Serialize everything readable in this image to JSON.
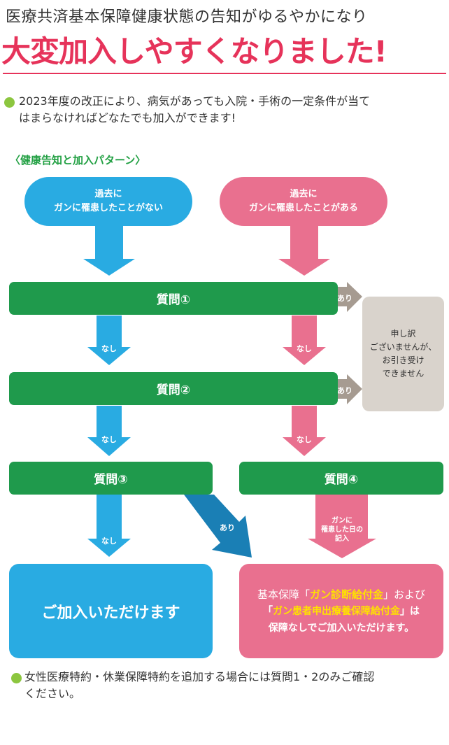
{
  "header": {
    "subtitle": "医療共済基本保障健康状態の告知がゆるやかになり",
    "headline": "大変加入しやすくなりました!"
  },
  "intro_note": {
    "line1": "2023年度の改正により、病気があっても入院・手術の一定条件が当て",
    "line2": "はまらなければどなたでも加入ができます!"
  },
  "section_label": "〈健康告知と加入パターン〉",
  "start_nodes": {
    "left": {
      "line1": "過去に",
      "line2": "ガンに罹患したことがない"
    },
    "right": {
      "line1": "過去に",
      "line2": "ガンに罹患したことがある"
    }
  },
  "questions": {
    "q1": "質問①",
    "q2": "質問②",
    "q3": "質問③",
    "q4": "質問④"
  },
  "arrow_labels": {
    "nashi": "なし",
    "ari": "あり",
    "q4_line1": "ガンに",
    "q4_line2": "罹患した日の",
    "q4_line3": "記入"
  },
  "decline_box": {
    "line1": "申し訳",
    "line2": "ございませんが、",
    "line3": "お引き受け",
    "line4": "できません"
  },
  "result_left": "ご加入いただけます",
  "result_right": {
    "line1_a": "基本保障「",
    "line1_b": "ガン診断給付金",
    "line1_c": "」および",
    "line2_a": "「",
    "line2_b": "ガン患者申出療養保障給付金",
    "line2_c": "」は",
    "line3": "保障なしでご加入いただけます。"
  },
  "footer_note": {
    "line1": "女性医療特約・休業保障特約を追加する場合には質問1・2のみご確認",
    "line2": "ください。"
  },
  "colors": {
    "headline": "#e6335a",
    "bullet": "#8cc63f",
    "green": "#1f9a4c",
    "blue": "#29abe2",
    "pink": "#e9708f",
    "gray_box": "#d9d3cc",
    "gray_arrow": "#a69b91",
    "dark_blue_arrow": "#1a7fb5",
    "yellow": "#ffe100"
  }
}
